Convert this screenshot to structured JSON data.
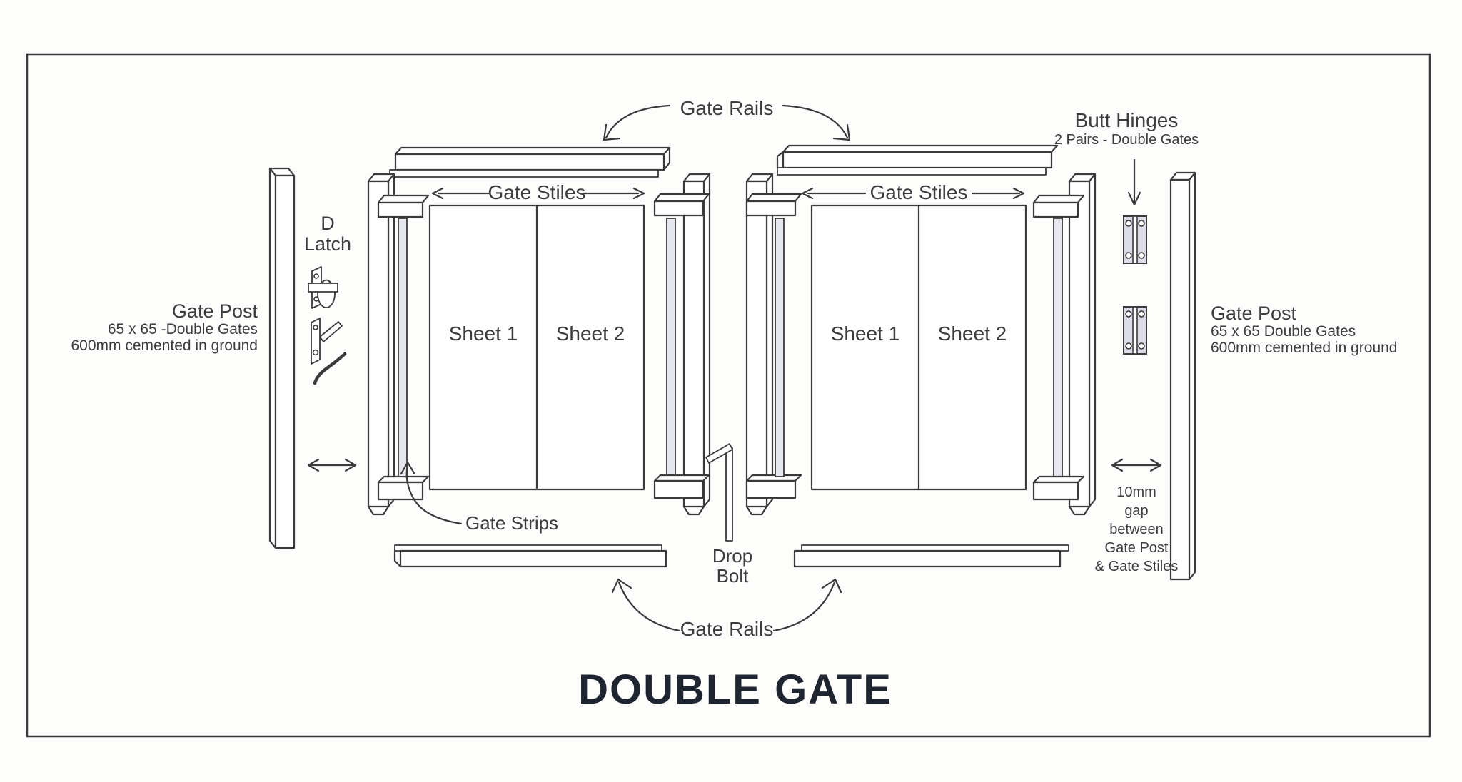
{
  "title": "DOUBLE GATE",
  "callouts": {
    "gate_rails_top": "Gate Rails",
    "gate_rails_bottom": "Gate Rails",
    "gate_strips": "Gate Strips",
    "drop_bolt_line1": "Drop",
    "drop_bolt_line2": "Bolt",
    "d_latch_line1": "D",
    "d_latch_line2": "Latch",
    "butt_hinges_title": "Butt Hinges",
    "butt_hinges_subtitle": "2 Pairs - Double Gates",
    "gap_line1": "10mm",
    "gap_line2": "gap",
    "gap_line3": "between",
    "gap_line4": "Gate Post",
    "gap_line5": "& Gate Stiles"
  },
  "left_gate": {
    "gate_stiles": "Gate Stiles",
    "sheet1": "Sheet 1",
    "sheet2": "Sheet 2"
  },
  "right_gate": {
    "gate_stiles": "Gate Stiles",
    "sheet1": "Sheet 1",
    "sheet2": "Sheet 2"
  },
  "left_post": {
    "title": "Gate Post",
    "spec": "65 x 65 -Double Gates",
    "install": "600mm cemented in ground"
  },
  "right_post": {
    "title": "Gate Post",
    "spec": "65 x 65 Double Gates",
    "install": "600mm cemented in ground"
  },
  "colors": {
    "line": "#3a3a3a",
    "text": "#3d3d3d",
    "title": "#1e2530",
    "strip_fill": "#e6e6ee",
    "hinge_fill": "#dcdce8",
    "background": "#fdfdfc"
  }
}
